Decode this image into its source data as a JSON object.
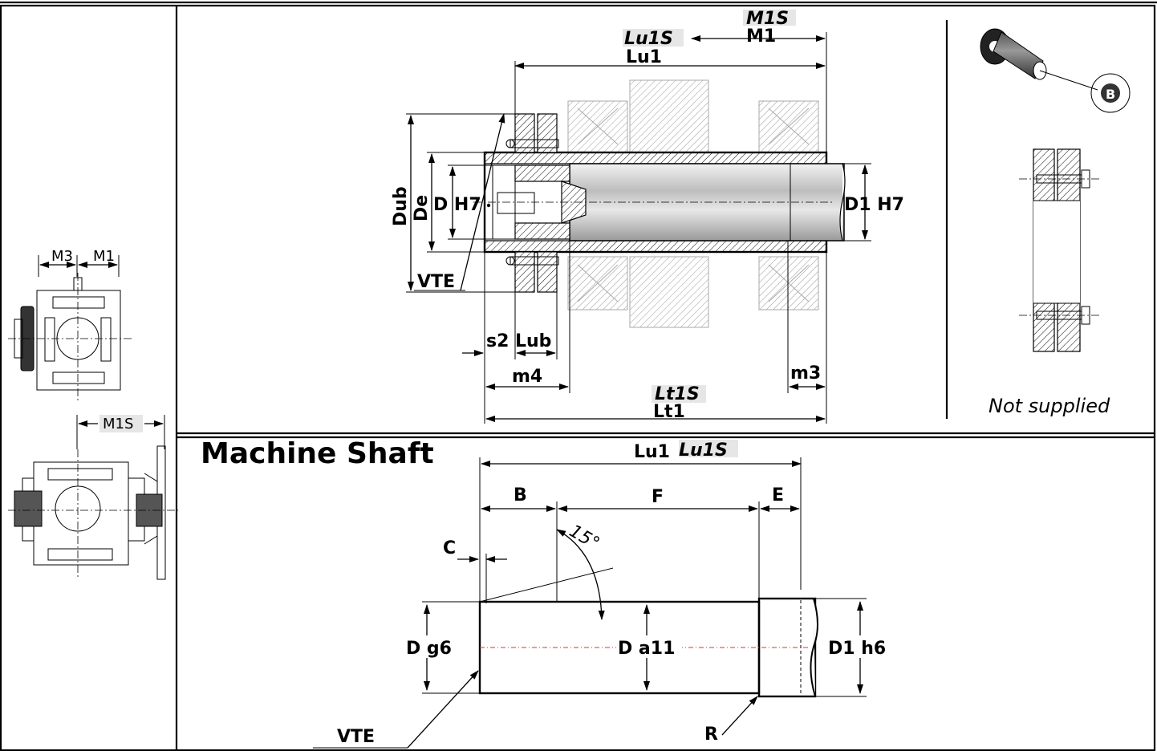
{
  "colors": {
    "line": "#000000",
    "highlight": "#e6e6e6",
    "axis": "#e03030",
    "ghost": "#aaaaaa"
  },
  "side_views": {
    "top_labels": {
      "m3": "M3",
      "m1": "M1"
    },
    "bottom_label": "M1S"
  },
  "mounting": {
    "labels": {
      "m1s": "M1S",
      "m1": "M1",
      "lu1s": "Lu1S",
      "lu1": "Lu1",
      "dub": "Dub",
      "de": "De",
      "dh7": "D H7",
      "d1h7": "D1 H7",
      "vte": "VTE",
      "s2": "s2",
      "lub": "Lub",
      "m4": "m4",
      "m3": "m3",
      "lt1s": "Lt1S",
      "lt1": "Lt1"
    }
  },
  "accessory": {
    "badge": "B",
    "note": "Not supplied"
  },
  "machine_shaft": {
    "title": "Machine Shaft",
    "labels": {
      "lu1": "Lu1",
      "lu1s": "Lu1S",
      "b": "B",
      "f": "F",
      "e": "E",
      "c": "C",
      "angle": "15°",
      "dg6": "D g6",
      "da11": "D a11",
      "d1h6": "D1 h6",
      "vte": "VTE",
      "r": "R"
    }
  }
}
